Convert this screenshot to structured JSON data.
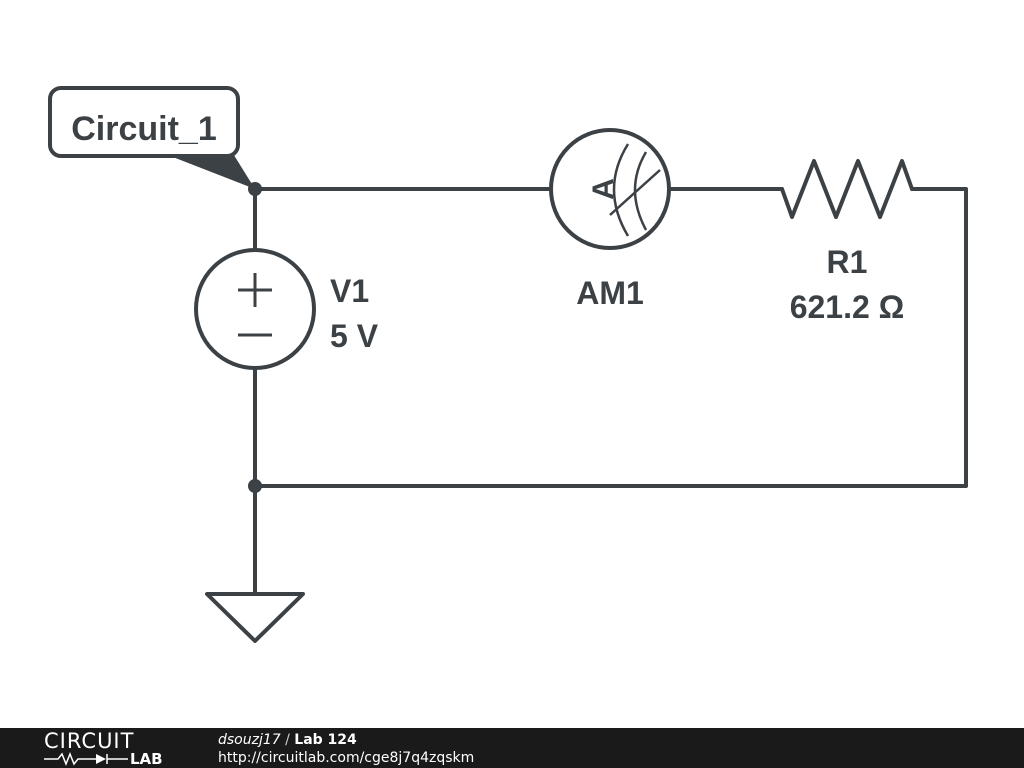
{
  "circuit": {
    "net_label": "Circuit_1",
    "source": {
      "name": "V1",
      "value": "5 V",
      "plus": "+",
      "minus": "−"
    },
    "ammeter": {
      "name": "AM1",
      "symbol": "A"
    },
    "resistor": {
      "name": "R1",
      "value": "621.2 Ω"
    },
    "ground": "ground-symbol"
  },
  "footer": {
    "logo_top": "CIRCUIT",
    "logo_bottom": "LAB",
    "user": "dsouzj17",
    "separator": " / ",
    "title": "Lab 124",
    "url": "http://circuitlab.com/cge8j7q4zqskm"
  },
  "colors": {
    "ink": "#3c4146",
    "footer_bg": "#1a1a1a",
    "background": "#ffffff"
  }
}
